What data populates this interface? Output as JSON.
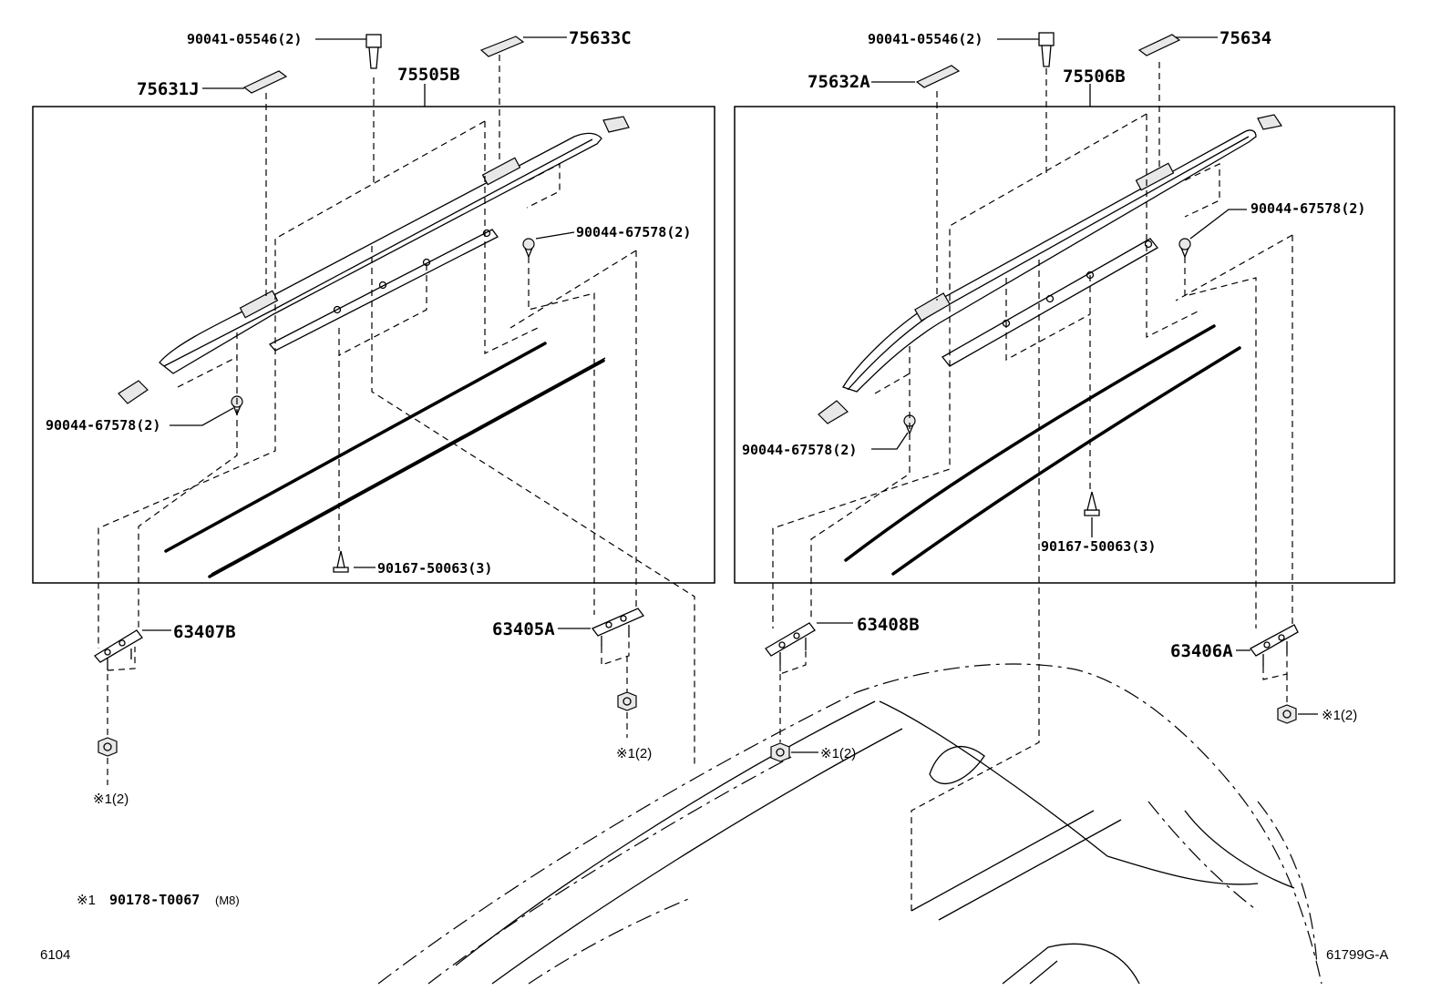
{
  "labels": {
    "p_75505B": "75505B",
    "p_75506B": "75506B",
    "p_75633C": "75633C",
    "p_75634": "75634",
    "p_75631J": "75631J",
    "p_75632A": "75632A",
    "bolt_left": "90041-05546(2)",
    "bolt_right": "90041-05546(2)",
    "clip_left_upper": "90044-67578(2)",
    "clip_left_lower": "90044-67578(2)",
    "clip_right_upper": "90044-67578(2)",
    "clip_right_lower": "90044-67578(2)",
    "screw_left": "90167-50063(3)",
    "screw_right": "90167-50063(3)",
    "p_63407B": "63407B",
    "p_63405A": "63405A",
    "p_63408B": "63408B",
    "p_63406A": "63406A",
    "nut_a": "※1(2)",
    "nut_b": "※1(2)",
    "nut_c": "※1(2)",
    "nut_d": "※1(2)"
  },
  "footnote": {
    "mark": "※1",
    "part": "90178-T0067",
    "size": "(M8)"
  },
  "page_code": "6104",
  "diagram_code": "61799G-A"
}
